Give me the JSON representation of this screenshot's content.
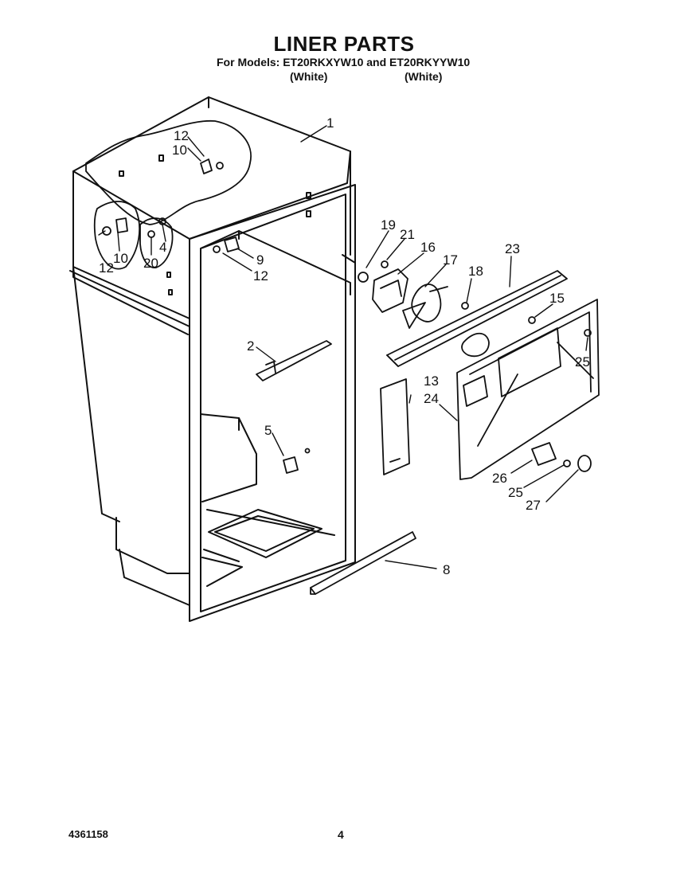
{
  "header": {
    "title": "LINER PARTS",
    "models_line": "For Models: ET20RKXYW10 and ET20RKYYW10",
    "color_1": "(White)",
    "color_2": "(White)"
  },
  "callouts": {
    "c1": "1",
    "c2": "2",
    "c4": "4",
    "c5": "5",
    "c8": "8",
    "c9": "9",
    "c10a": "10",
    "c10b": "10",
    "c12a": "12",
    "c12b": "12",
    "c12c": "12",
    "c13": "13",
    "c15": "15",
    "c16": "16",
    "c17": "17",
    "c18": "18",
    "c19": "19",
    "c20": "20",
    "c21": "21",
    "c23": "23",
    "c24": "24",
    "c25a": "25",
    "c25b": "25",
    "c26": "26",
    "c27": "27"
  },
  "footer": {
    "part_number": "4361158",
    "page_number": "4"
  }
}
